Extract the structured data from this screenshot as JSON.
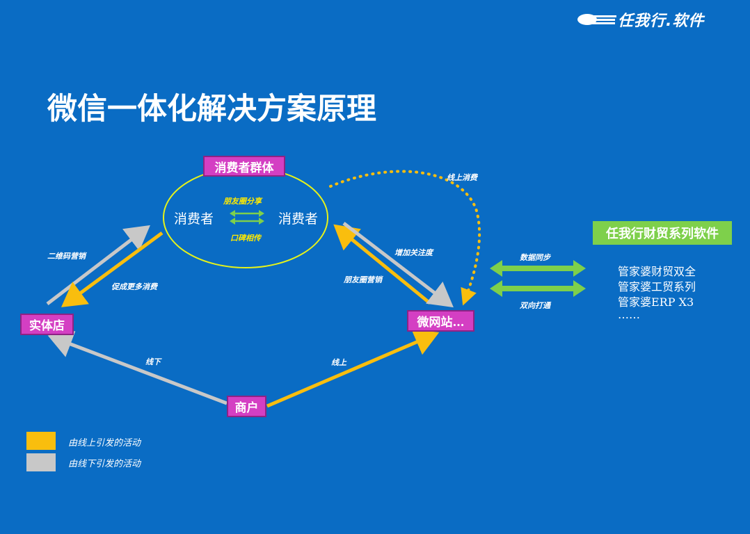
{
  "logo": {
    "text": "任我行.软件"
  },
  "title": "微信一体化解决方案原理",
  "colors": {
    "background": "#0a6cc4",
    "online": "#f9be0e",
    "offline": "#c8c8c8",
    "node": "#d43fc3",
    "green": "#7ed04b",
    "ellipse": "#e6f21a"
  },
  "nodes": {
    "consumer_group": "消费者群体",
    "consumer_left": "消费者",
    "consumer_right": "消费者",
    "store": "实体店",
    "microsite": "微网站…",
    "merchant": "商户"
  },
  "labels": {
    "moments_share": "朋友圈分享",
    "word_of_mouth": "口碑相传",
    "qr_marketing": "二维码营销",
    "promote_consumption": "促成更多消费",
    "increase_attention": "增加关注度",
    "moments_marketing": "朋友圈营销",
    "online_consumption": "线上消费",
    "offline": "线下",
    "online": "线上",
    "data_sync": "数据同步",
    "two_way": "双向打通"
  },
  "products": {
    "title": "任我行财贸系列软件",
    "items": [
      "管家婆财贸双全",
      "管家婆工贸系列",
      "管家婆ERP X3",
      "……"
    ]
  },
  "legend": [
    {
      "color": "#f9be0e",
      "text": "由线上引发的活动"
    },
    {
      "color": "#c8c8c8",
      "text": "由线下引发的活动"
    }
  ]
}
